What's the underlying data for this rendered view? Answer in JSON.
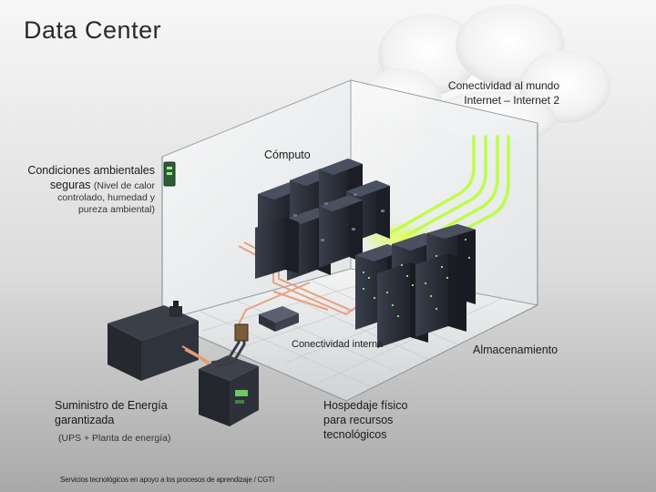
{
  "title": "Data Center",
  "labels": {
    "connectivity_world": [
      "Conectividad al mundo",
      "Internet – Internet 2"
    ],
    "computo": "Cómputo",
    "ambient_title": [
      "Condiciones ambientales",
      "seguras"
    ],
    "ambient_note": [
      "(Nivel de calor",
      "controlado, humedad y",
      "pureza ambiental)"
    ],
    "conectividad_interna": "Conectividad interna",
    "almacenamiento": "Almacenamiento",
    "suministro": [
      "Suministro de Energía",
      "garantizada"
    ],
    "suministro_note": "(UPS + Planta de energía)",
    "hospedaje": [
      "Hospedaje físico",
      "para recursos",
      "tecnológicos"
    ]
  },
  "footer": "Servicios tecnológicos en apoyo a los procesos de aprendizaje / CGTI",
  "colors": {
    "room_glass": "#e8ecef",
    "server_dark": "#2b2f3a",
    "storage_green_led": "#7be36a",
    "network_glow": "#c8ff3a",
    "power_cables": "#e8a07a"
  },
  "icons": [
    "cloud-icon",
    "server-rack-icon",
    "storage-array-icon",
    "network-switch-icon",
    "generator-icon",
    "ups-icon",
    "environment-sensor-icon"
  ]
}
